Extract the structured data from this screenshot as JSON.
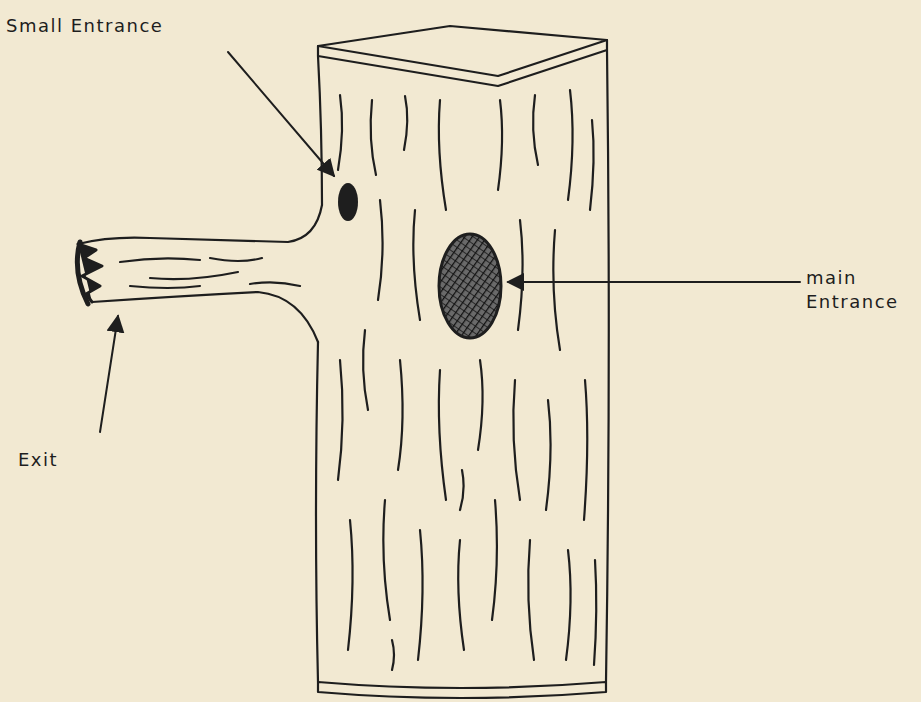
{
  "diagram": {
    "labels": [
      "Small Entrance",
      "main Entrance",
      "Exit"
    ]
  }
}
